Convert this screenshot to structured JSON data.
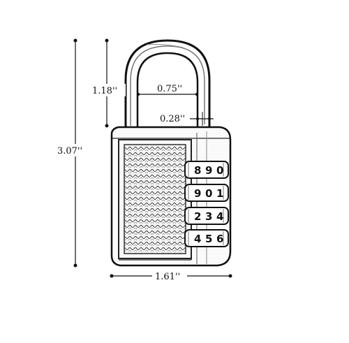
{
  "dimensions": {
    "total_height": "3.07''",
    "shackle_height": "1.18''",
    "shackle_inner_width": "0.75''",
    "shackle_thickness": "0.28''",
    "body_width": "1.61''"
  },
  "dials": [
    {
      "digits": [
        "8",
        "9",
        "0"
      ]
    },
    {
      "digits": [
        "9",
        "0",
        "1"
      ]
    },
    {
      "digits": [
        "2",
        "3",
        "4"
      ]
    },
    {
      "digits": [
        "4",
        "5",
        "6"
      ]
    }
  ],
  "colors": {
    "line": "#111111",
    "background": "#ffffff"
  }
}
